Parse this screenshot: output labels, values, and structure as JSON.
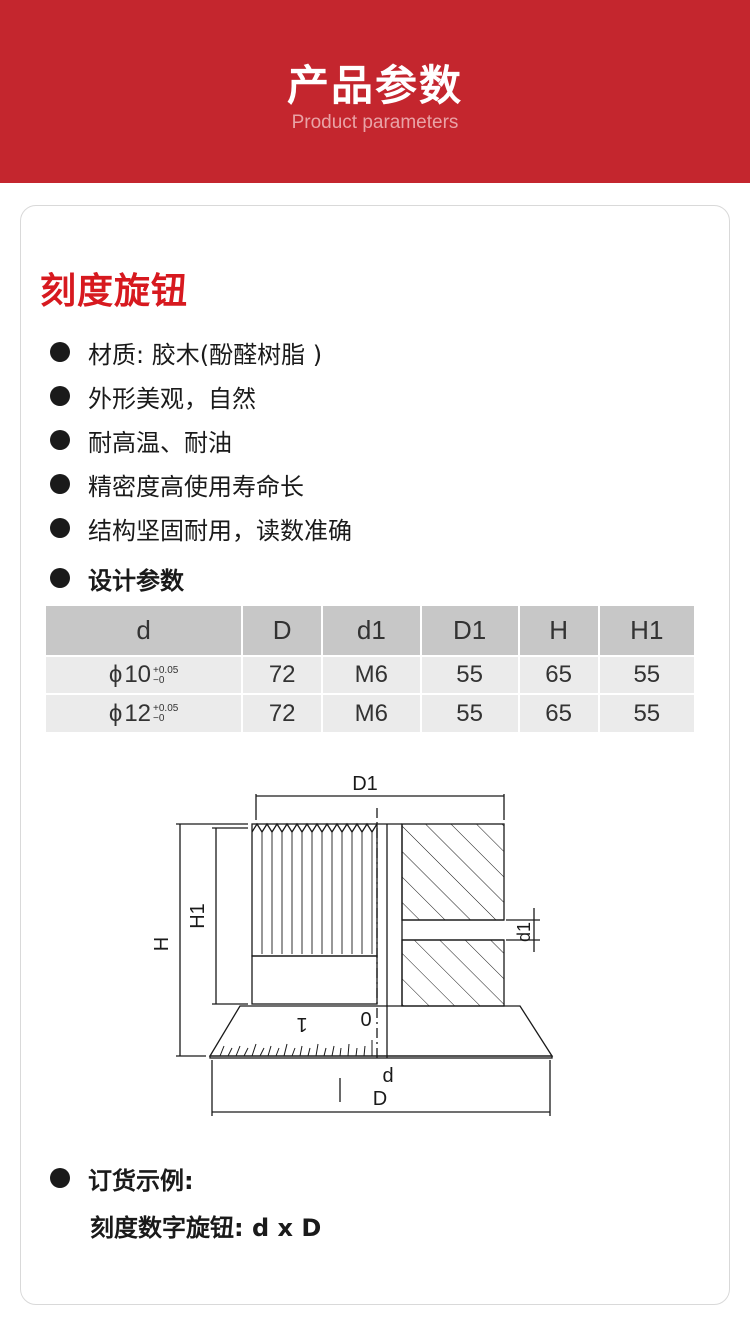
{
  "banner": {
    "title": "产品参数",
    "subtitle": "Product parameters"
  },
  "product": {
    "name": "刻度旋钮",
    "features": [
      "材质: 胶木(酚醛树脂 )",
      "外形美观，自然",
      "耐高温、耐油",
      "精密度高使用寿命长",
      "结构坚固耐用，读数准确"
    ],
    "table_heading": "设计参数"
  },
  "spec_table": {
    "headers": [
      "d",
      "D",
      "d1",
      "D1",
      "H",
      "H1"
    ],
    "rows": [
      {
        "phi": "ϕ",
        "d": "10",
        "tol_upper": "+0.05",
        "tol_lower": "−0",
        "D": "72",
        "d1": "M6",
        "D1": "55",
        "H": "65",
        "H1": "55"
      },
      {
        "phi": "ϕ",
        "d": "12",
        "tol_upper": "+0.05",
        "tol_lower": "−0",
        "D": "72",
        "d1": "M6",
        "D1": "55",
        "H": "65",
        "H1": "55"
      }
    ]
  },
  "drawing": {
    "labels": {
      "D1": "D1",
      "H": "H",
      "H1": "H1",
      "d1": "d1",
      "d": "d",
      "D": "D",
      "scale_0": "0",
      "scale_1": "1"
    }
  },
  "order": {
    "heading": "订货示例:",
    "example": "刻度数字旋钮: d x  D"
  }
}
